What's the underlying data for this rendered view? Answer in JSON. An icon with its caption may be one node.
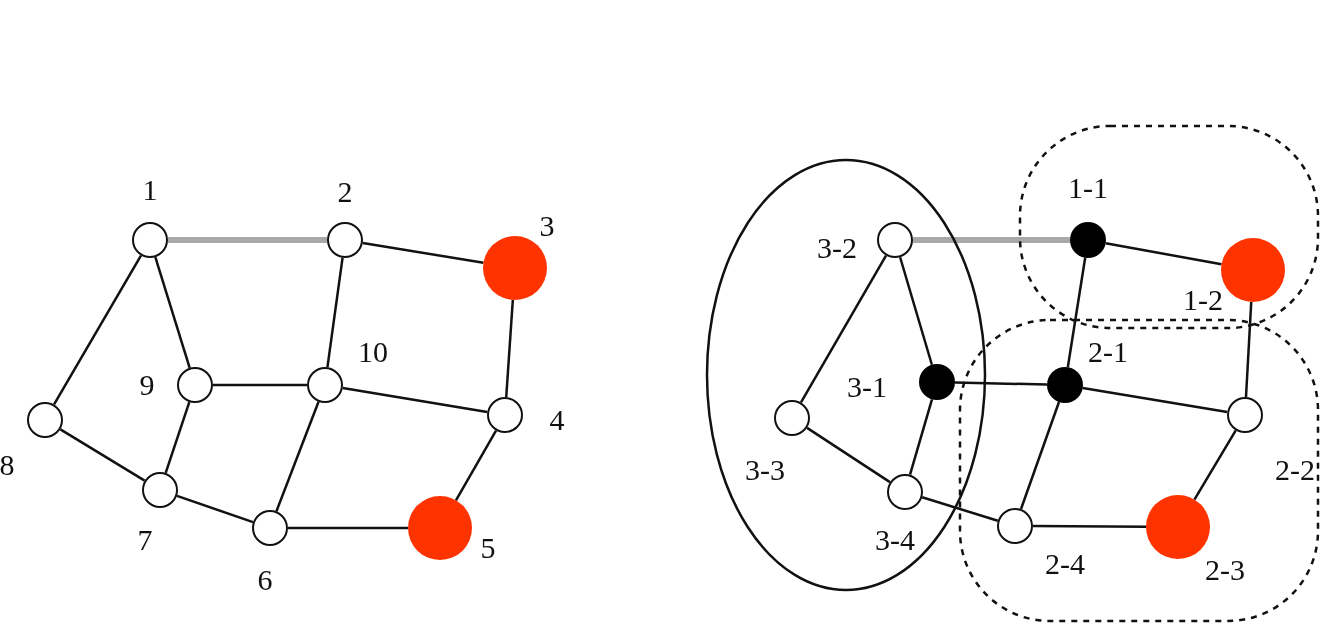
{
  "diagram": {
    "nodes": [
      {
        "text": [
          "1"
        ]
      },
      {
        "text": [
          "2"
        ]
      },
      {
        "text": [
          "3"
        ]
      },
      {
        "text": [
          "4"
        ]
      },
      {
        "text": [
          "5"
        ]
      },
      {
        "text": [
          "6"
        ]
      },
      {
        "text": [
          "7"
        ]
      },
      {
        "text": [
          "8"
        ]
      },
      {
        "text": [
          "9"
        ]
      },
      {
        "text": [
          "10"
        ]
      },
      {
        "text": [],
        "shape": "circle"
      },
      {
        "text": [
          "3-2"
        ],
        "in": 10
      },
      {
        "text": [
          "3-1"
        ],
        "in": 10
      },
      {
        "text": [
          "3-3"
        ],
        "in": 10
      },
      {
        "text": [
          "3-4"
        ],
        "in": 10
      },
      {
        "text": [],
        "shape": "box"
      },
      {
        "text": [
          "1-1"
        ],
        "in": 15
      },
      {
        "text": [
          "1-2"
        ],
        "in": 15
      },
      {
        "text": [],
        "shape": "box"
      },
      {
        "text": [
          "2-1"
        ],
        "in": 18
      },
      {
        "text": [
          "2-2"
        ],
        "in": 18
      },
      {
        "text": [
          "2-3"
        ],
        "in": 18
      },
      {
        "text": [
          "2-4"
        ],
        "in": 18
      }
    ],
    "edges": [
      {
        "from": 0,
        "to": 1,
        "arrow": "none",
        "style": "thick",
        "color": "#a8a8a8"
      },
      {
        "from": 1,
        "to": 2,
        "arrow": "none"
      },
      {
        "from": 0,
        "to": 7,
        "arrow": "none"
      },
      {
        "from": 0,
        "to": 8,
        "arrow": "none"
      },
      {
        "from": 7,
        "to": 6,
        "arrow": "none"
      },
      {
        "from": 8,
        "to": 6,
        "arrow": "none"
      },
      {
        "from": 8,
        "to": 9,
        "arrow": "none"
      },
      {
        "from": 1,
        "to": 9,
        "arrow": "none"
      },
      {
        "from": 9,
        "to": 3,
        "arrow": "none"
      },
      {
        "from": 2,
        "to": 3,
        "arrow": "none"
      },
      {
        "from": 3,
        "to": 4,
        "arrow": "none"
      },
      {
        "from": 4,
        "to": 5,
        "arrow": "none"
      },
      {
        "from": 5,
        "to": 6,
        "arrow": "none"
      },
      {
        "from": 5,
        "to": 9,
        "arrow": "none"
      },
      {
        "from": 11,
        "to": 16,
        "arrow": "none",
        "style": "thick",
        "color": "#a8a8a8"
      },
      {
        "from": 16,
        "to": 17,
        "arrow": "none"
      },
      {
        "from": 16,
        "to": 19,
        "arrow": "none"
      },
      {
        "from": 17,
        "to": 20,
        "arrow": "none"
      },
      {
        "from": 11,
        "to": 12,
        "arrow": "none"
      },
      {
        "from": 11,
        "to": 13,
        "arrow": "none"
      },
      {
        "from": 12,
        "to": 14,
        "arrow": "none"
      },
      {
        "from": 13,
        "to": 14,
        "arrow": "none"
      },
      {
        "from": 12,
        "to": 19,
        "arrow": "none"
      },
      {
        "from": 19,
        "to": 20,
        "arrow": "none"
      },
      {
        "from": 19,
        "to": 22,
        "arrow": "none"
      },
      {
        "from": 20,
        "to": 21,
        "arrow": "none"
      },
      {
        "from": 21,
        "to": 22,
        "arrow": "none"
      },
      {
        "from": 14,
        "to": 22,
        "arrow": "none"
      }
    ]
  }
}
